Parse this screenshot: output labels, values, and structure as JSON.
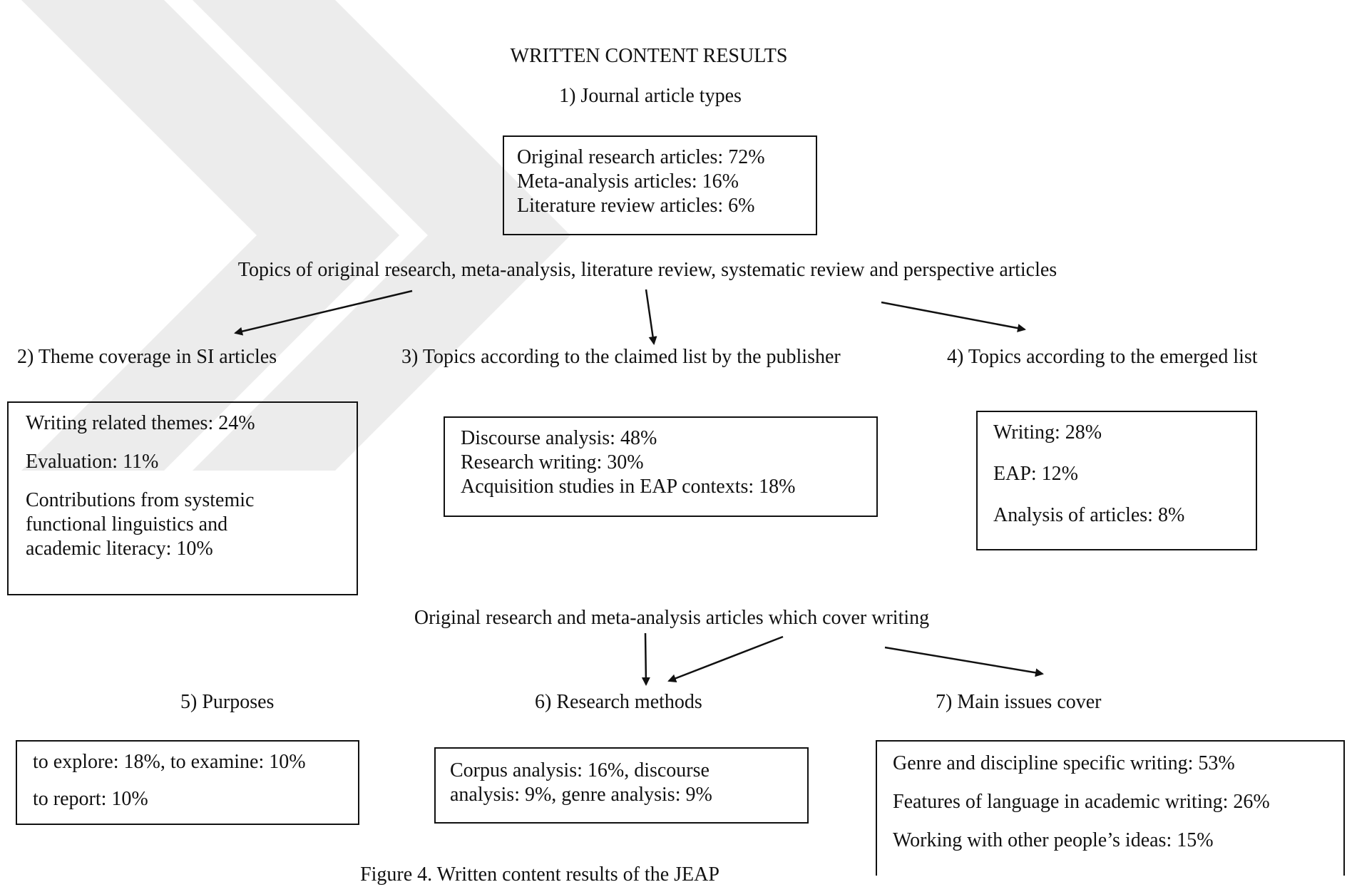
{
  "title": "WRITTEN CONTENT RESULTS",
  "section1": {
    "heading": "1) Journal article types",
    "items": [
      "Original research articles: 72%",
      "Meta-analysis articles: 16%",
      "Literature review articles: 6%"
    ]
  },
  "topics_heading": "Topics of original research, meta-analysis, literature review, systematic review and perspective articles",
  "section2": {
    "heading": "2)  Theme coverage in SI articles",
    "items": [
      "Writing related themes: 24%",
      "Evaluation: 11%",
      "Contributions from systemic",
      "functional linguistics and",
      "academic literacy: 10%"
    ]
  },
  "section3": {
    "heading": "3) Topics according to the claimed list by the publisher",
    "items": [
      "Discourse analysis: 48%",
      "Research writing: 30%",
      "Acquisition studies in EAP contexts: 18%"
    ]
  },
  "section4": {
    "heading": "4) Topics according to the emerged list",
    "items": [
      "Writing: 28%",
      "EAP: 12%",
      "Analysis of articles: 8%"
    ]
  },
  "writing_heading": "Original research and meta-analysis articles which cover writing",
  "section5": {
    "heading": "5) Purposes",
    "items": [
      "to explore: 18%, to examine: 10%",
      "to report: 10%"
    ]
  },
  "section6": {
    "heading": "6) Research methods",
    "items": [
      "Corpus analysis: 16%, discourse",
      "analysis: 9%, genre analysis: 9%"
    ]
  },
  "section7": {
    "heading": "7) Main issues cover",
    "items": [
      "Genre and discipline specific writing: 53%",
      "Features of language in academic writing: 26%",
      "Working with other people’s ideas: 15%"
    ]
  },
  "caption": "Figure 4. Written content results of the JEAP",
  "colors": {
    "watermark": "#e9e9e9",
    "ink": "#111111"
  }
}
